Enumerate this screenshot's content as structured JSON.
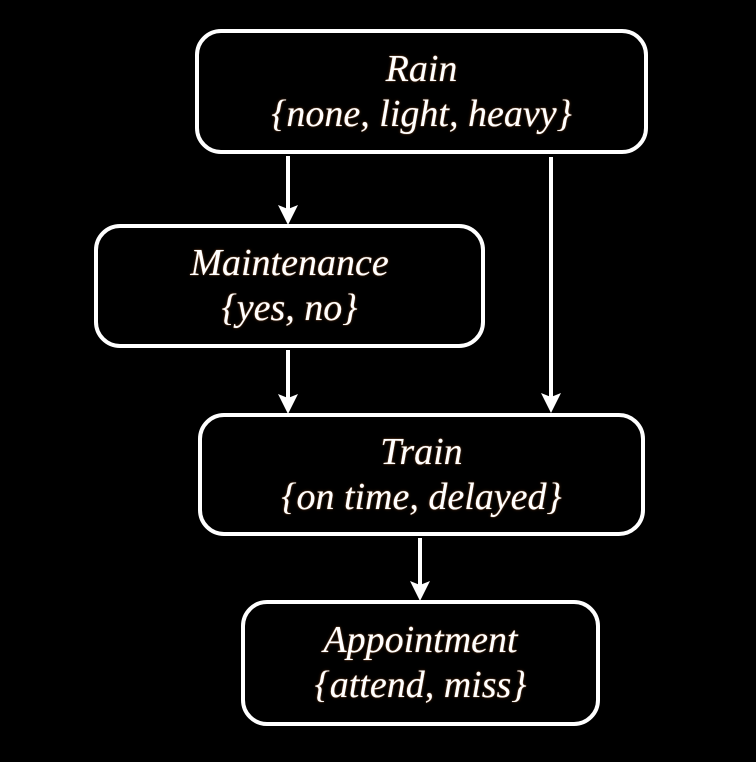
{
  "diagram": {
    "type": "bayesian-network",
    "background_color": "#000000",
    "node_border_color": "#ffffff",
    "text_color": "#ffffff",
    "edge_color": "#ffffff",
    "nodes": [
      {
        "id": "rain",
        "title": "Rain",
        "states": "{none, light, heavy}",
        "state_list": [
          "none",
          "light",
          "heavy"
        ]
      },
      {
        "id": "maintenance",
        "title": "Maintenance",
        "states": "{yes, no}",
        "state_list": [
          "yes",
          "no"
        ]
      },
      {
        "id": "train",
        "title": "Train",
        "states": "{on time, delayed}",
        "state_list": [
          "on time",
          "delayed"
        ]
      },
      {
        "id": "appointment",
        "title": "Appointment",
        "states": "{attend, miss}",
        "state_list": [
          "attend",
          "miss"
        ]
      }
    ],
    "edges": [
      {
        "from": "rain",
        "to": "maintenance"
      },
      {
        "from": "rain",
        "to": "train"
      },
      {
        "from": "maintenance",
        "to": "train"
      },
      {
        "from": "train",
        "to": "appointment"
      }
    ]
  }
}
